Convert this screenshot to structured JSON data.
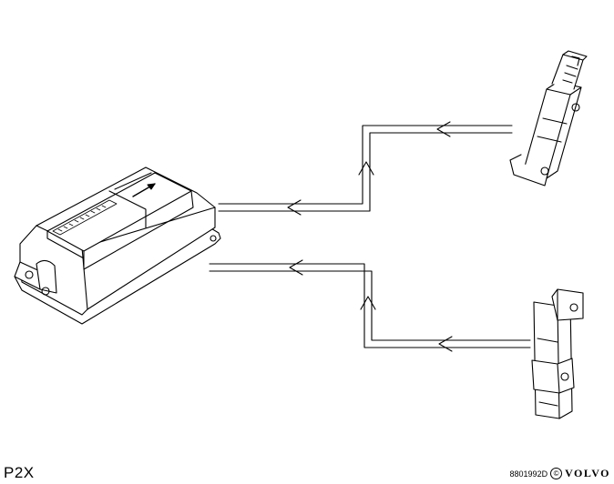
{
  "model_label": "P2X",
  "reference_number": "8801992D",
  "copyright_symbol": "©",
  "brand": "VOLVO",
  "colors": {
    "line": "#000000",
    "background": "#ffffff"
  },
  "icons": [
    "copyright-icon",
    "flow-arrow-icon"
  ]
}
